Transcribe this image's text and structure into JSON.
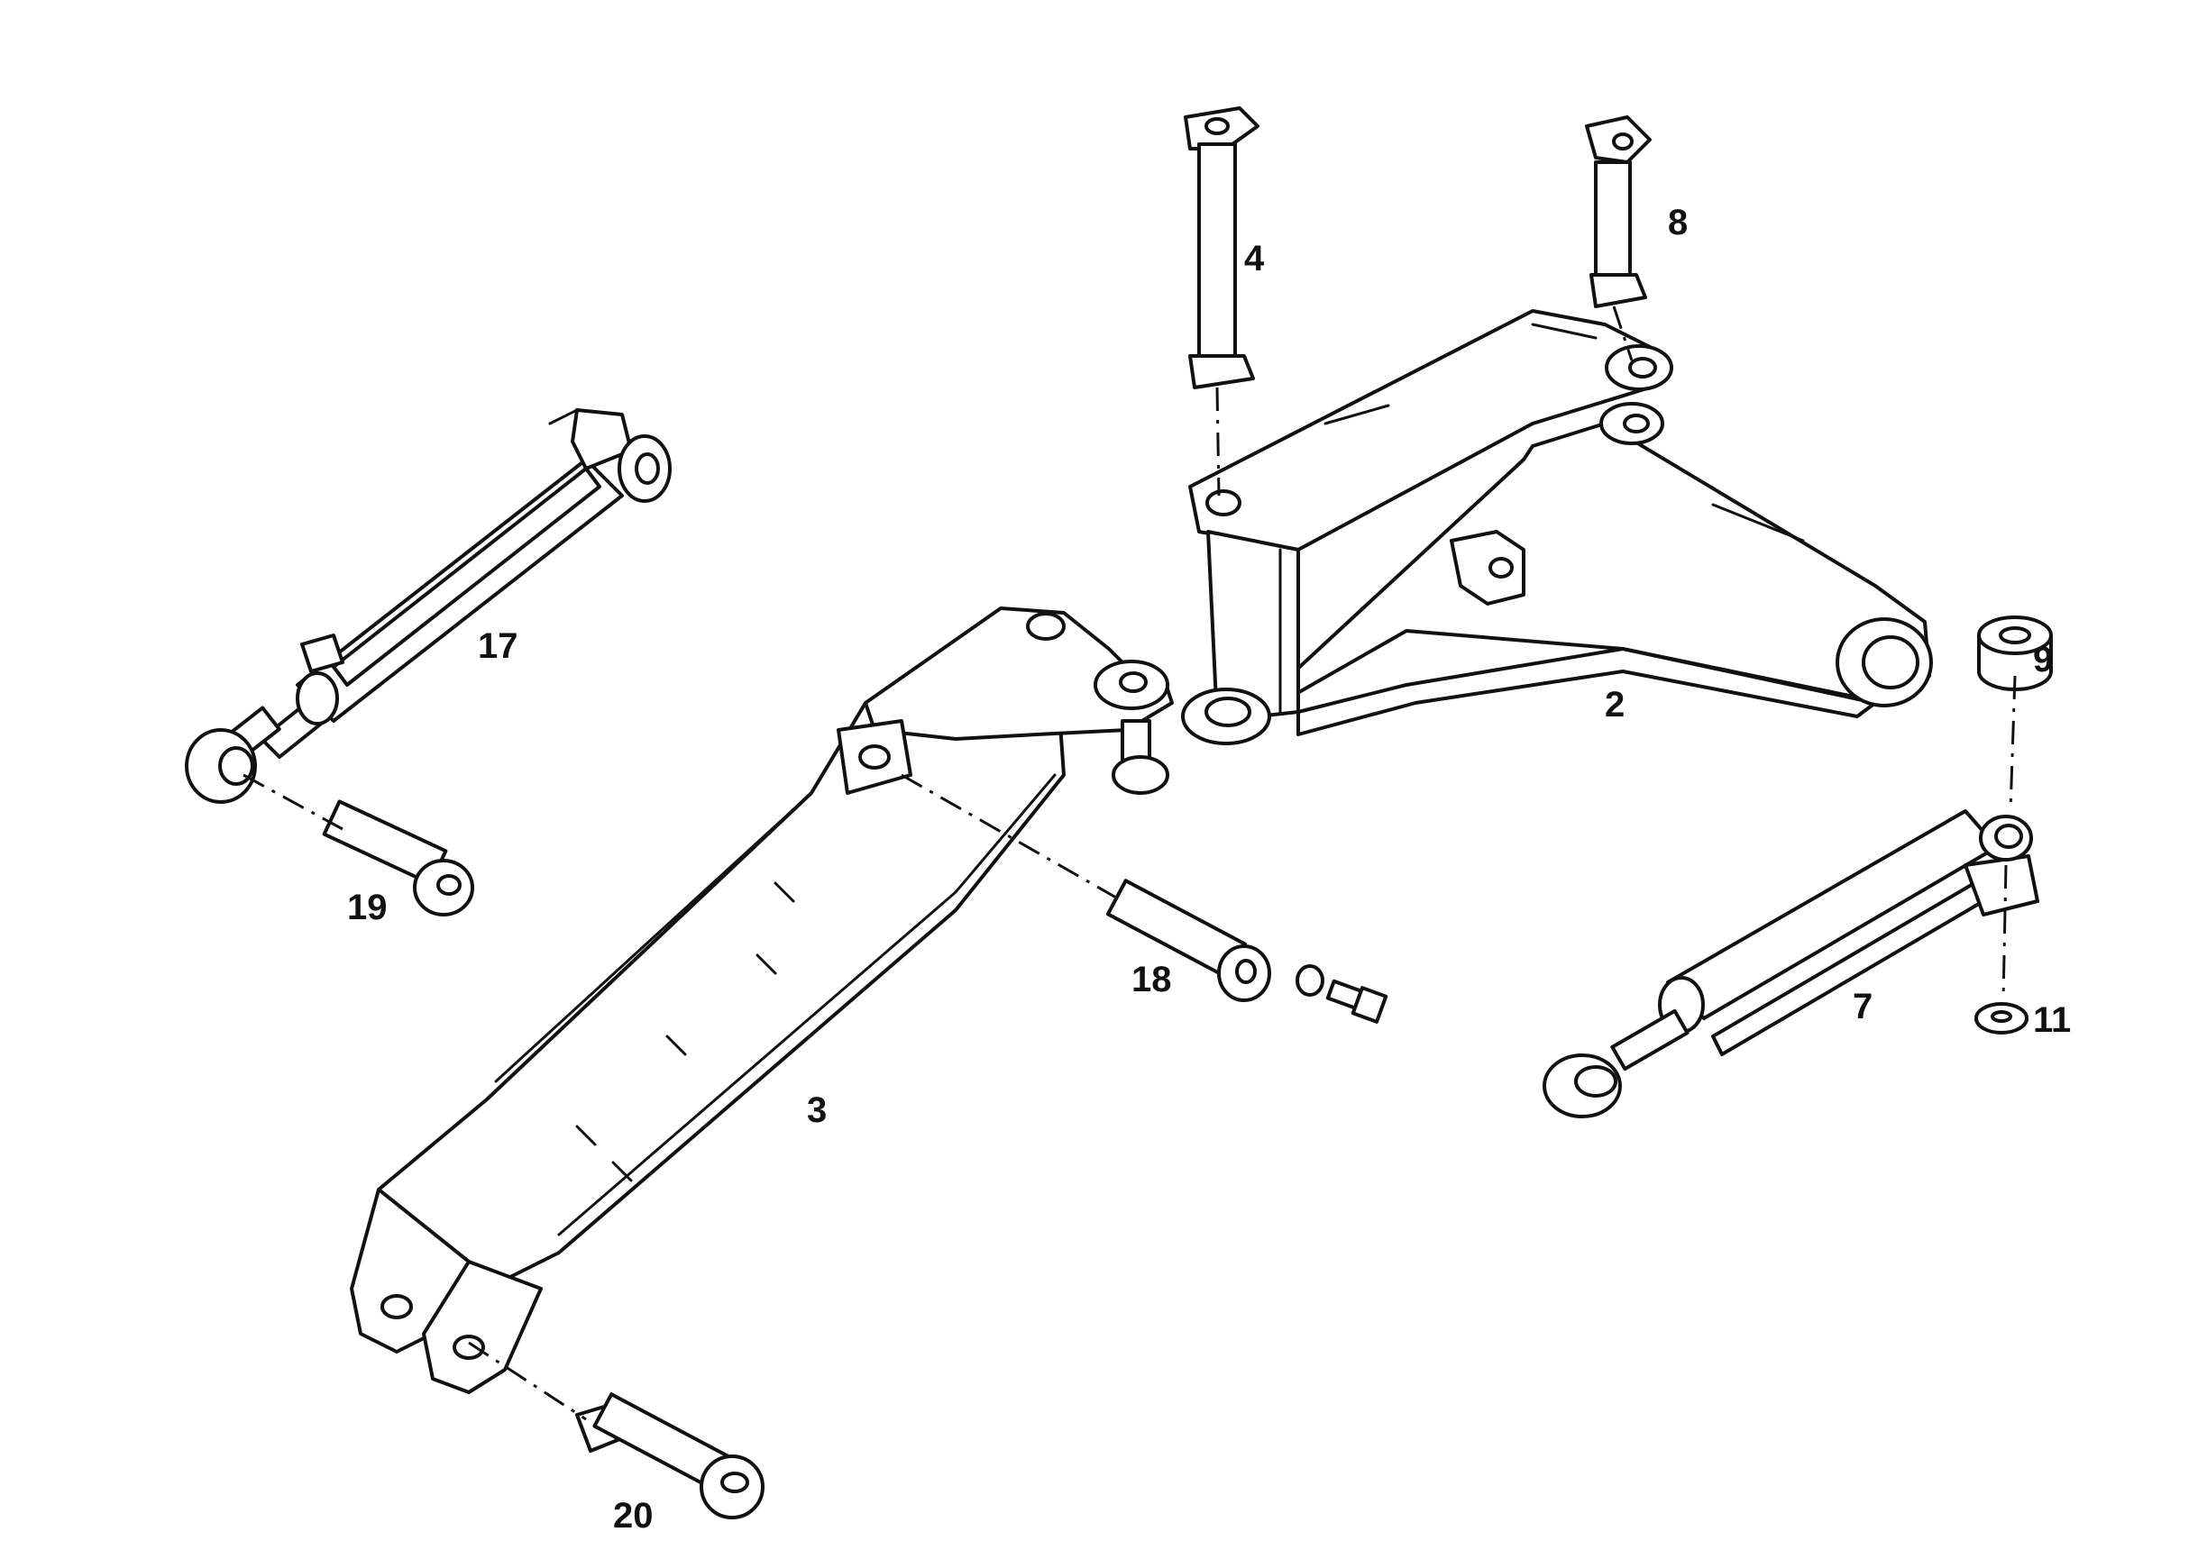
{
  "callouts": {
    "c2": "2",
    "c3": "3",
    "c4": "4",
    "c7": "7",
    "c8": "8",
    "c9": "9",
    "c11": "11",
    "c17": "17",
    "c18": "18",
    "c19": "19",
    "c20": "20"
  },
  "colors": {
    "line": "#111111",
    "background": "#ffffff"
  }
}
